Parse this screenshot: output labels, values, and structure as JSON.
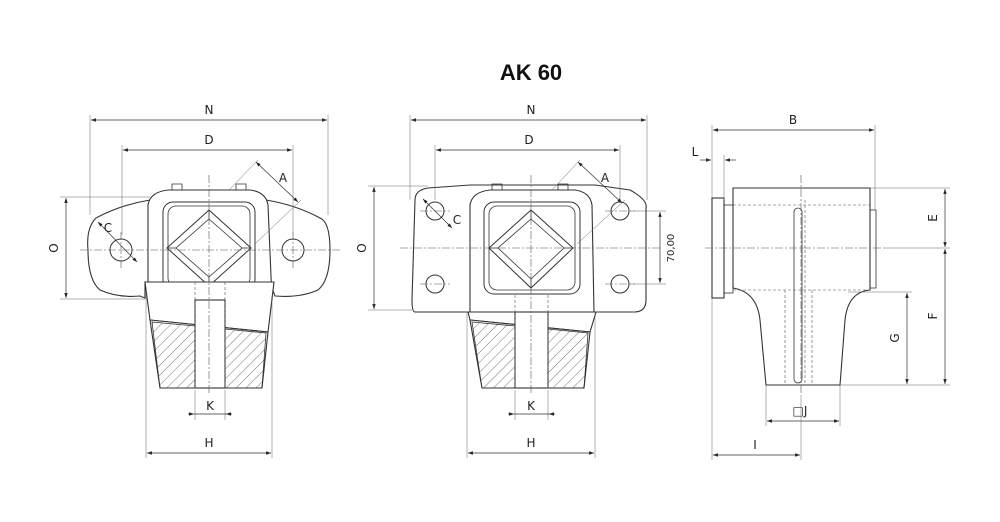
{
  "title": "AK 60",
  "views": {
    "left": {
      "dims": {
        "N": "N",
        "D": "D",
        "A": "A",
        "C": "C",
        "O": "O",
        "K": "K",
        "H": "H"
      }
    },
    "middle": {
      "dims": {
        "N": "N",
        "D": "D",
        "A": "A",
        "C": "C",
        "O": "O",
        "K": "K",
        "H": "H",
        "hole_spacing": "70,00"
      }
    },
    "right": {
      "dims": {
        "B": "B",
        "L": "L",
        "E": "E",
        "F": "F",
        "G": "G",
        "J": "□J",
        "I": "I"
      }
    }
  },
  "colors": {
    "line": "#333333",
    "background": "#ffffff"
  }
}
